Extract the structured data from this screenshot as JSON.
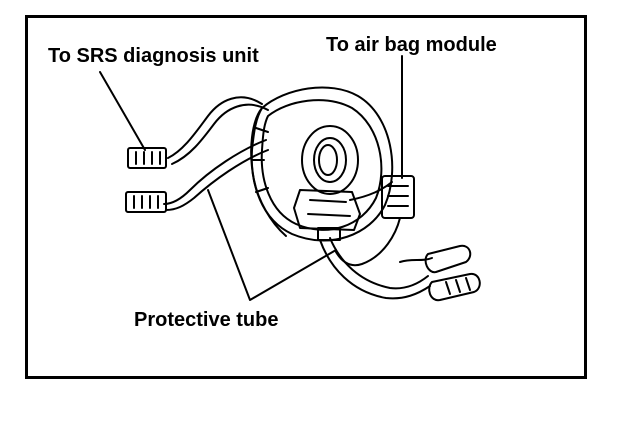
{
  "labels": {
    "srs": "To SRS diagnosis unit",
    "airbag": "To air bag module",
    "tube": "Protective tube"
  },
  "colors": {
    "ink": "#000000",
    "paper": "#ffffff"
  }
}
